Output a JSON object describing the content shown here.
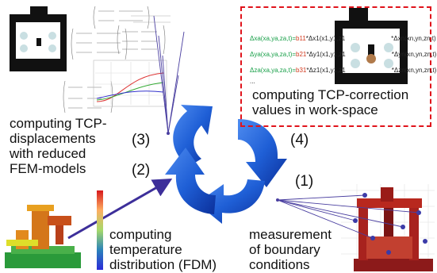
{
  "labels": {
    "tcp_displacements": "computing TCP-\ndisplacements\nwith reduced\nFEM-models",
    "tcp_correction": "computing TCP-correction\nvalues in work-space",
    "temperature": "computing\ntemperature\ndistribution (FDM)",
    "measurement": "measurement\nof boundary\nconditions"
  },
  "steps": {
    "s1": "(1)",
    "s2": "(2)",
    "s3": "(3)",
    "s4": "(4)"
  },
  "formulas": [
    {
      "lhs": "Δxa(xa,ya,za,t)=",
      "coef": "b11",
      "rhs": "*Δx1(x1,y1,z1",
      "tail": "*Δxn(xn,yn,zn,t)"
    },
    {
      "lhs": "Δya(xa,ya,za,t)=",
      "coef": "b21",
      "rhs": "*Δy1(x1,y1,z1",
      "tail": "*Δyn(xn,yn,zn,t)"
    },
    {
      "lhs": "Δza(xa,ya,za,t)=",
      "coef": "b31",
      "rhs": "*Δz1(x1,y1,z1",
      "tail": "*Δzn(xn,yn,zn,t)"
    }
  ],
  "formula_ellipsis": "...",
  "colors": {
    "arrow_blue": "#1f5fd6",
    "arrow_dark": "#0b2f9a",
    "dashed_border": "#e0141c",
    "pointer_line": "#4a3fa0",
    "machine_black": "#111111",
    "node_fill": "#c9dfe2"
  }
}
